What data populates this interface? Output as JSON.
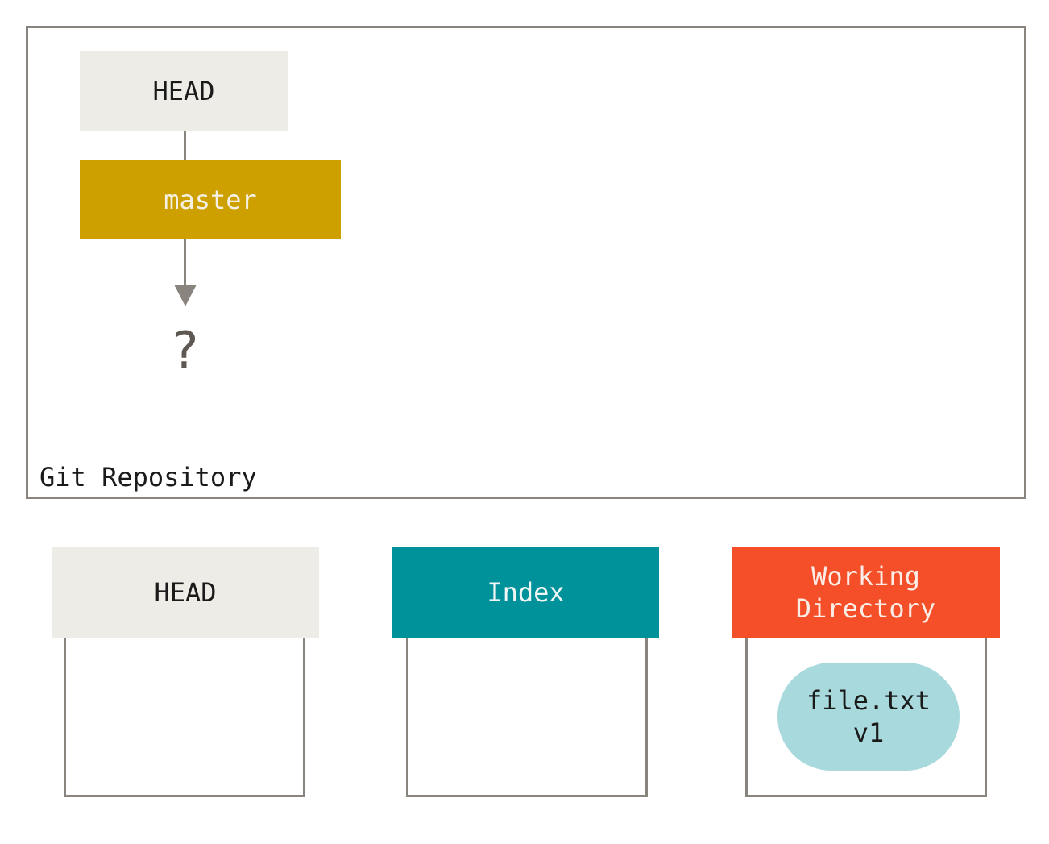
{
  "repository": {
    "label": "Git Repository",
    "head_ref": "HEAD",
    "branch_ref": "master",
    "commit_placeholder": "?"
  },
  "trees": [
    {
      "title": "HEAD",
      "color": "#edece6",
      "files": []
    },
    {
      "title": "Index",
      "color": "#00929a",
      "files": []
    },
    {
      "title": "Working\nDirectory",
      "color": "#f44f28",
      "files": [
        {
          "label": "file.txt\nv1",
          "color": "#a8d9dc"
        }
      ]
    }
  ],
  "colors": {
    "border": "#8a847e",
    "head": "#edece6",
    "branch": "#cda000",
    "index": "#00929a",
    "working_directory": "#f44f28",
    "file": "#a8d9dc"
  }
}
